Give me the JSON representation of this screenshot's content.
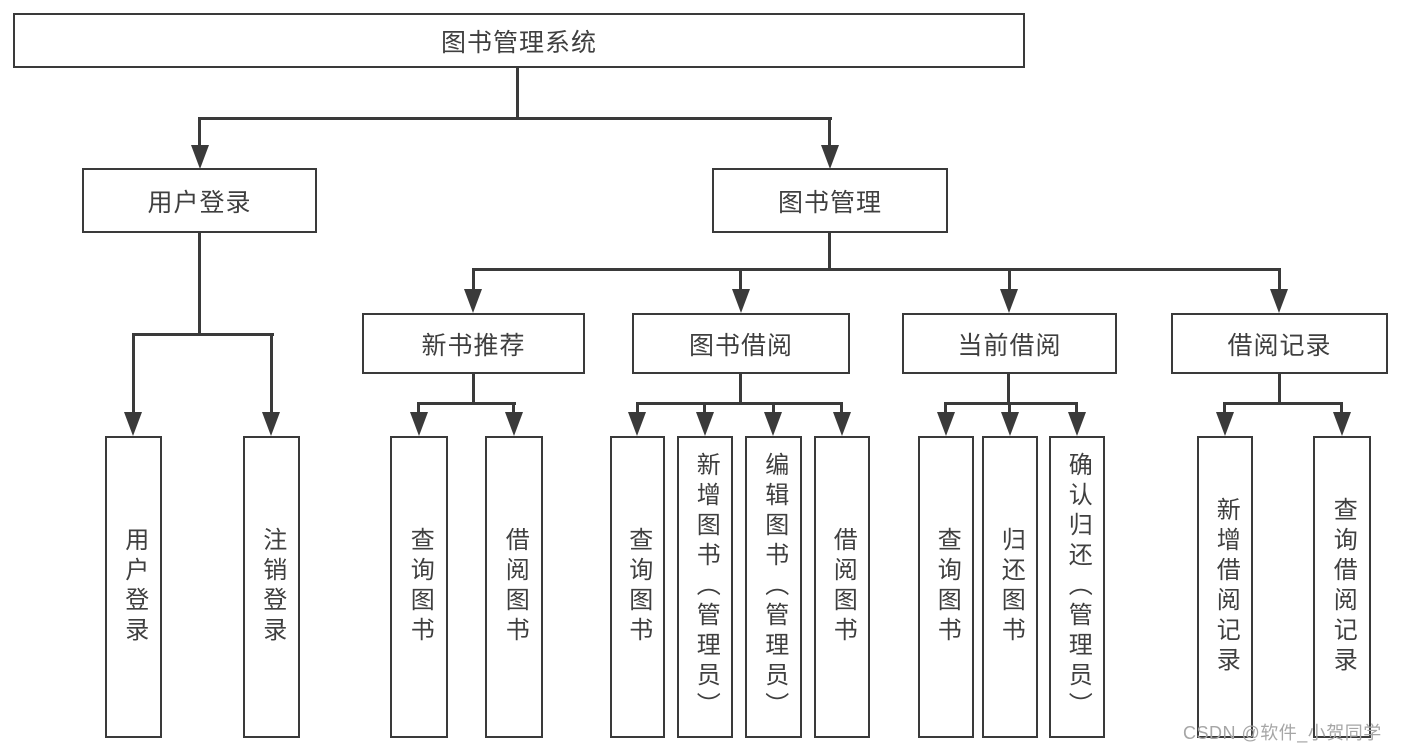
{
  "diagram": {
    "root": "图书管理系统",
    "level2": {
      "user_login": "用户登录",
      "book_mgmt": "图书管理"
    },
    "level3": {
      "new_book_rec": "新书推荐",
      "book_borrow": "图书借阅",
      "current_borrow": "当前借阅",
      "borrow_records": "借阅记录"
    },
    "leaves": {
      "user_login_1": "用户登录",
      "user_login_2": "注销登录",
      "nbr_1": "查询图书",
      "nbr_2": "借阅图书",
      "bb_1": "查询图书",
      "bb_2": "新增图书（管理员）",
      "bb_3": "编辑图书（管理员）",
      "bb_4": "借阅图书",
      "cb_1": "查询图书",
      "cb_2": "归还图书",
      "cb_3": "确认归还（管理员）",
      "br_1": "新增借阅记录",
      "br_2": "查询借阅记录"
    },
    "hierarchy": {
      "图书管理系统": {
        "用户登录": [
          "用户登录",
          "注销登录"
        ],
        "图书管理": {
          "新书推荐": [
            "查询图书",
            "借阅图书"
          ],
          "图书借阅": [
            "查询图书",
            "新增图书（管理员）",
            "编辑图书（管理员）",
            "借阅图书"
          ],
          "当前借阅": [
            "查询图书",
            "归还图书",
            "确认归还（管理员）"
          ],
          "借阅记录": [
            "新增借阅记录",
            "查询借阅记录"
          ]
        }
      }
    }
  },
  "watermark": {
    "text": "CSDN @软件_小贺同学"
  },
  "colors": {
    "line": "#3a3a3a",
    "text": "#3f3f3f",
    "watermark": "#a6a6a6",
    "background": "#ffffff"
  }
}
